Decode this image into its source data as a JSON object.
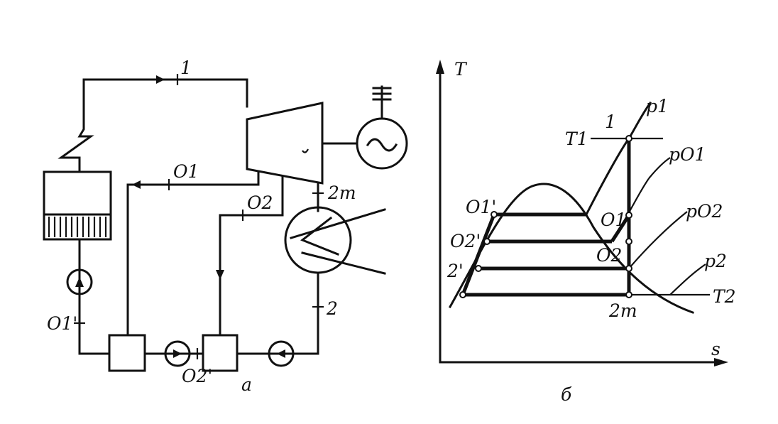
{
  "scheme": {
    "labels": {
      "state_1": "1",
      "state_01": "O1",
      "state_02": "O2",
      "state_2t": "2т",
      "state_2": "2",
      "state_01_prime": "O1'",
      "state_02_prime": "O2'",
      "caption": "a"
    },
    "icons": {
      "boiler": "boiler-icon",
      "superheater": "superheater-coil-icon",
      "turbine": "turbine-icon",
      "generator": "generator-icon",
      "condenser": "condenser-icon",
      "heater_1": "feedwater-heater-icon",
      "heater_2": "feedwater-heater-icon",
      "pumps": "pump-icon"
    }
  },
  "ts_diagram": {
    "axes": {
      "y": "T",
      "x": "s"
    },
    "temperatures": {
      "upper": "T1",
      "lower": "T2"
    },
    "isobars": [
      "p1",
      "pO1",
      "pO2",
      "p2"
    ],
    "points": {
      "p_1": "1",
      "p_O1": "O1",
      "p_O2": "O2",
      "p_2t": "2т",
      "p_O1_prime": "O1'",
      "p_O2_prime": "O2'",
      "p_2_prime": "2'"
    },
    "caption": "б"
  },
  "colors": {
    "ink": "#111111",
    "paper": "#ffffff"
  }
}
